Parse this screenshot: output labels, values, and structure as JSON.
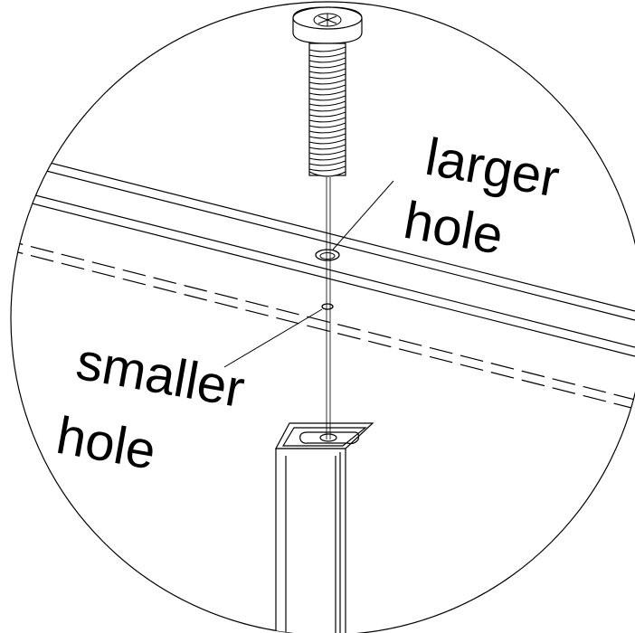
{
  "labels": {
    "larger_line1": "larger",
    "larger_line2": "hole",
    "smaller_line1": "smaller",
    "smaller_line2": "hole"
  },
  "colors": {
    "stroke": "#000000",
    "background": "#ffffff"
  }
}
